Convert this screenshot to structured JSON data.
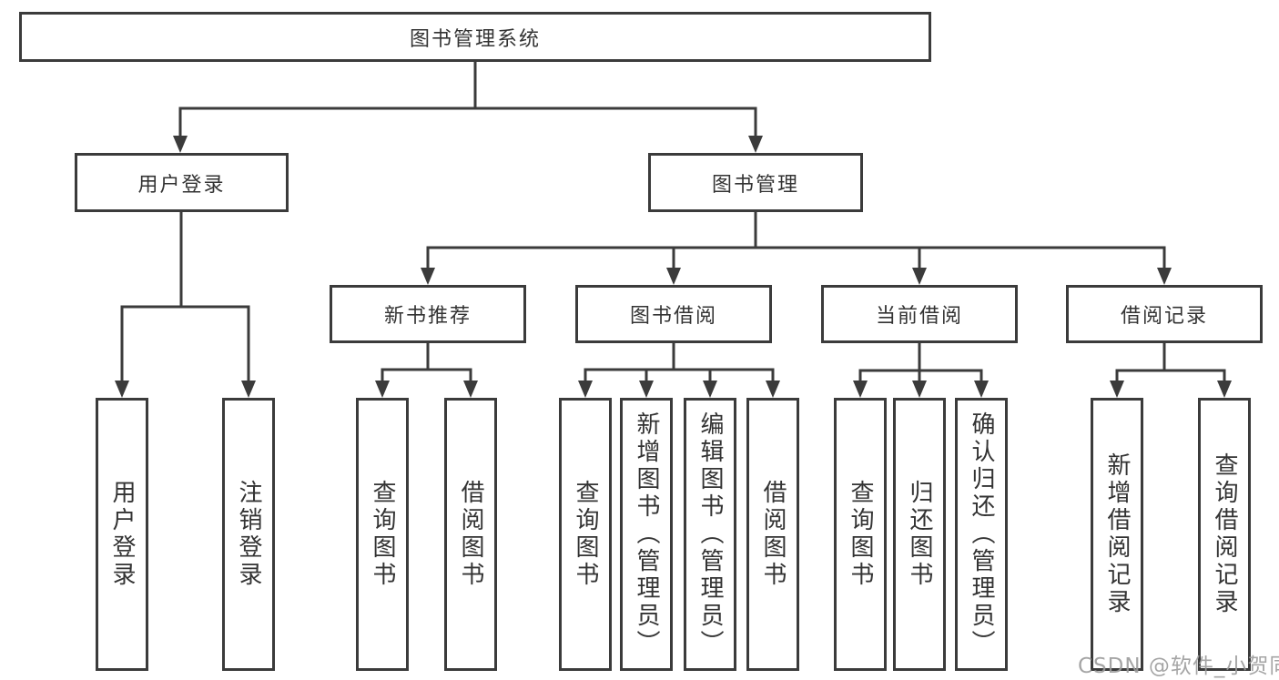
{
  "tree": {
    "label": "图书管理系统",
    "children": [
      {
        "label": "用户登录",
        "children": [
          {
            "label": "用户登录"
          },
          {
            "label": "注销登录"
          }
        ]
      },
      {
        "label": "图书管理",
        "children": [
          {
            "label": "新书推荐",
            "children": [
              {
                "label": "查询图书"
              },
              {
                "label": "借阅图书"
              }
            ]
          },
          {
            "label": "图书借阅",
            "children": [
              {
                "label": "查询图书"
              },
              {
                "label": "新增图书（管理员）"
              },
              {
                "label": "编辑图书（管理员）"
              },
              {
                "label": "借阅图书"
              }
            ]
          },
          {
            "label": "当前借阅",
            "children": [
              {
                "label": "查询图书"
              },
              {
                "label": "归还图书"
              },
              {
                "label": "确认归还（管理员）"
              }
            ]
          },
          {
            "label": "借阅记录",
            "children": [
              {
                "label": "新增借阅记录"
              },
              {
                "label": "查询借阅记录"
              }
            ]
          }
        ]
      }
    ]
  },
  "watermark": {
    "text": "CSDN @软件_小贺同学"
  },
  "colors": {
    "line": "#3b3b3b",
    "box_border": "#3b3b3b",
    "box_fill": "#ffffff",
    "text": "#333333",
    "watermark": "#9b9b9b",
    "background": "#ffffff"
  }
}
